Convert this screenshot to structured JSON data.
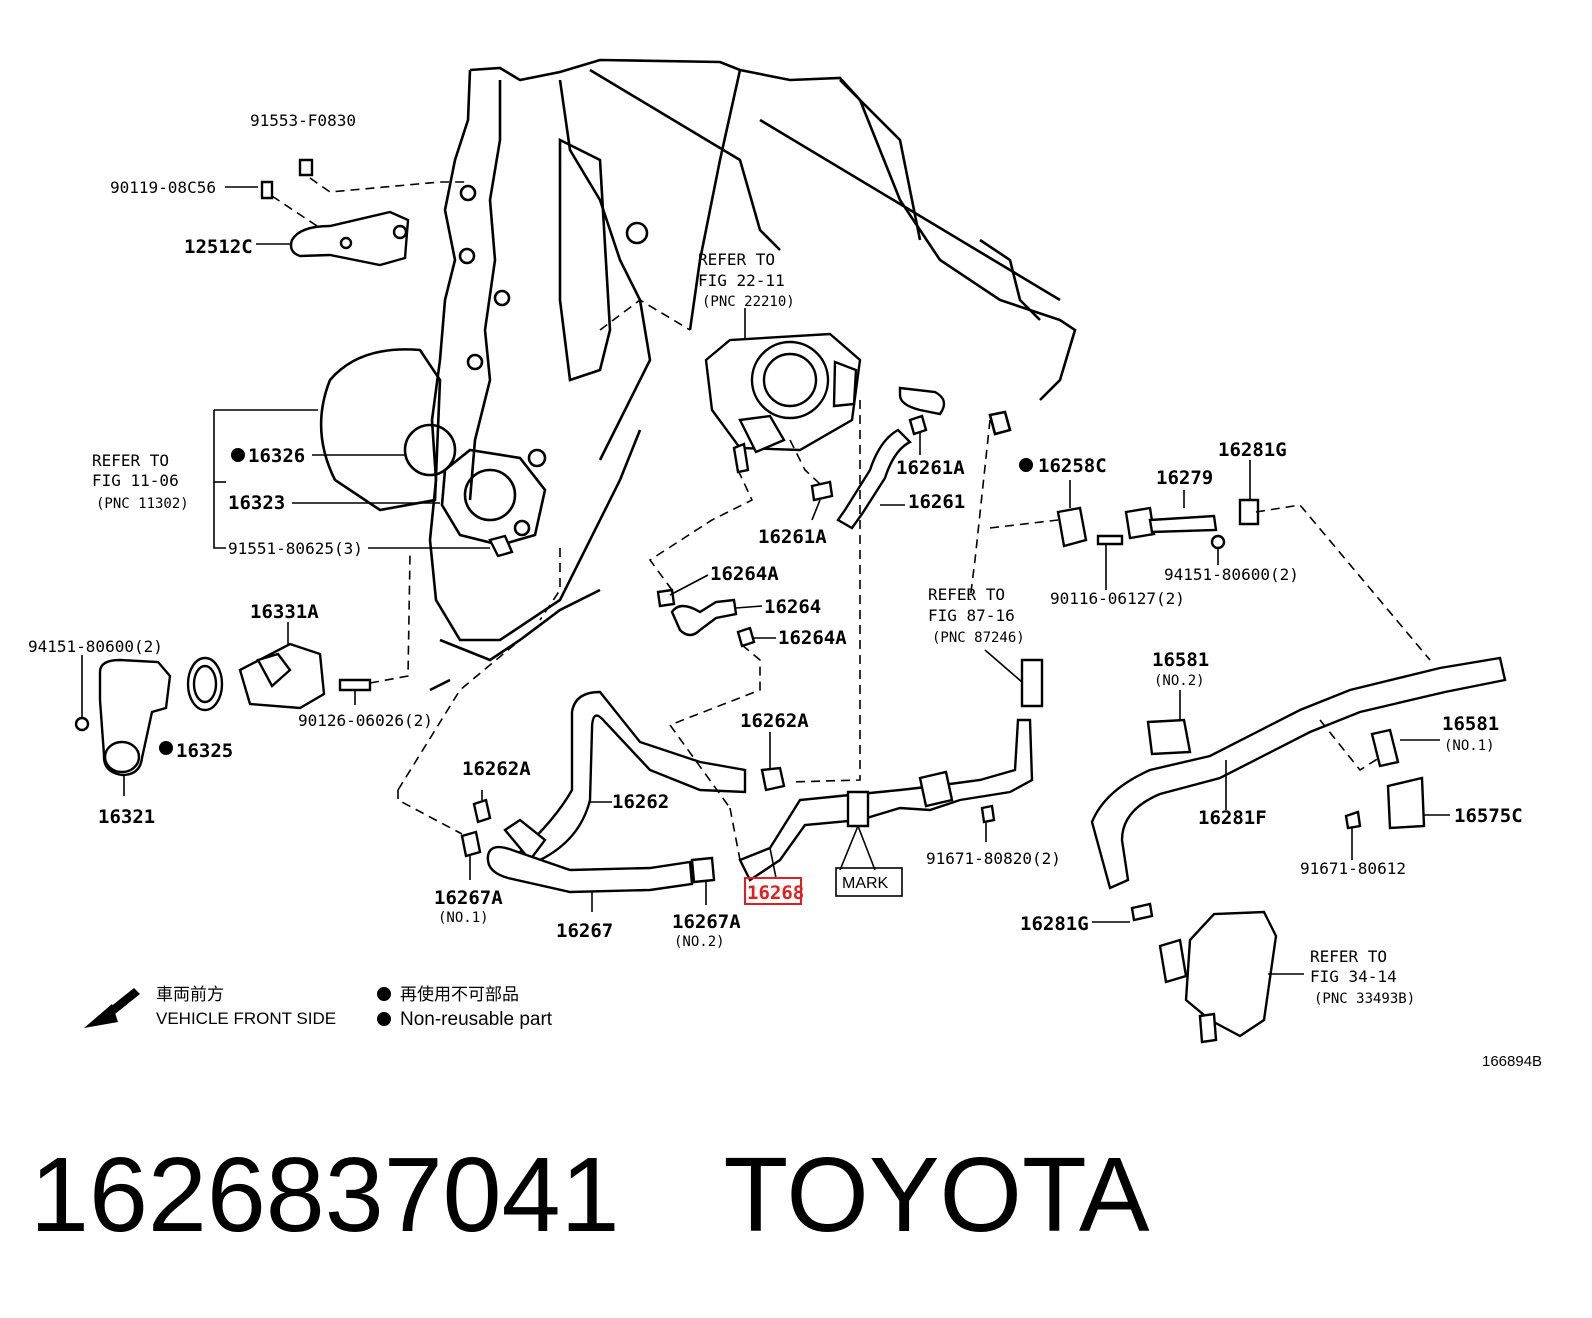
{
  "part_labels": {
    "p91553": "91553-F0830",
    "p90119": "90119-08C56",
    "p12512c": "12512C",
    "p16326": "16326",
    "p16323": "16323",
    "p91551": "91551-80625(3)",
    "p16331a": "16331A",
    "p94151_l": "94151-80600(2)",
    "p16325": "16325",
    "p90126": "90126-06026(2)",
    "p16321": "16321",
    "p16261a_1": "16261A",
    "p16261": "16261",
    "p16261a_2": "16261A",
    "p16264a_1": "16264A",
    "p16264": "16264",
    "p16264a_2": "16264A",
    "p16262a_1": "16262A",
    "p16262a_2": "16262A",
    "p16262": "16262",
    "p16267a_1": "16267A",
    "p16267": "16267",
    "p16267a_2": "16267A",
    "p16268": "16268",
    "p91671_a": "91671-80820(2)",
    "p16258c": "16258C",
    "p16279": "16279",
    "p16281g_1": "16281G",
    "p94151_r": "94151-80600(2)",
    "p90116": "90116-06127(2)",
    "p16581_1": "16581",
    "p16581_2": "16581",
    "p16281f": "16281F",
    "p16575c": "16575C",
    "p91671_b": "91671-80612",
    "p16281g_2": "16281G"
  },
  "sub_labels": {
    "no1_a": "(NO.1)",
    "no2_a": "(NO.2)",
    "no2_b": "(NO.2)",
    "no1_b": "(NO.1)"
  },
  "refers": {
    "fig11": [
      "REFER TO",
      "FIG 11-06",
      "(PNC 11302)"
    ],
    "fig22": [
      "REFER TO",
      "FIG 22-11",
      "(PNC 22210)"
    ],
    "fig87": [
      "REFER TO",
      "FIG 87-16",
      "(PNC 87246)"
    ],
    "fig34": [
      "REFER TO",
      "FIG 34-14",
      "(PNC 33493B)"
    ]
  },
  "mark_label": "MARK",
  "legend": {
    "front_jp": "車両前方",
    "front_en": "VEHICLE FRONT SIDE",
    "nonreuse_jp": "再使用不可部品",
    "nonreuse_en": "Non-reusable part"
  },
  "figure_id": "166894B",
  "caption": {
    "part_number": "1626837041",
    "brand": "TOYOTA"
  },
  "highlight_color": "#e02020"
}
